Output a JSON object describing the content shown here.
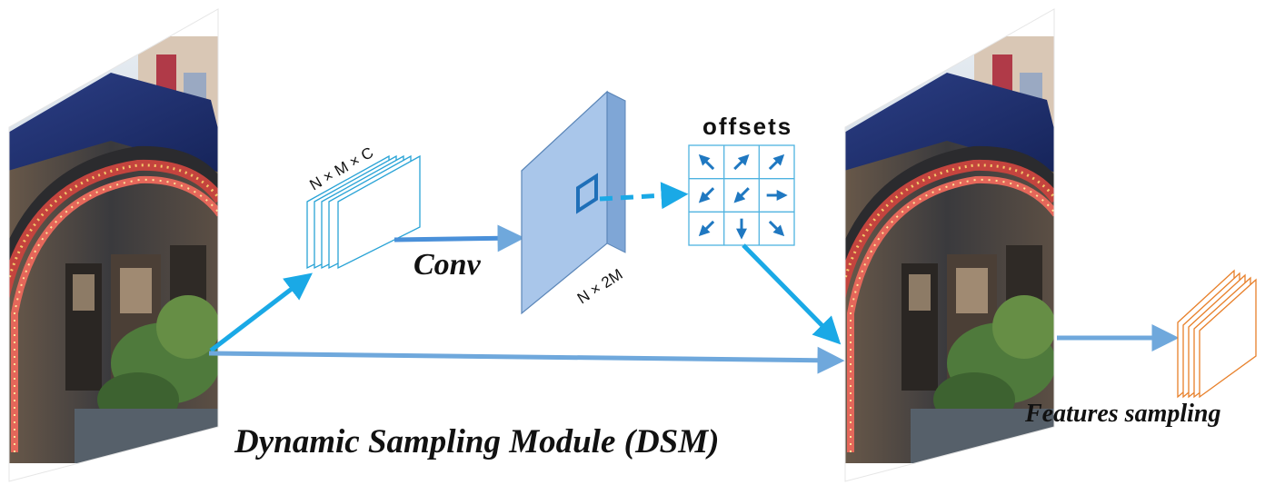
{
  "labels": {
    "dims_input": "N × M × C",
    "conv": "Conv",
    "dims_offset_map": "N × 2M",
    "offsets": "offsets",
    "title": "Dynamic Sampling Module (DSM)",
    "features_sampling": "Features sampling"
  },
  "colors": {
    "arrow_cyan": "#1aa9e6",
    "arrow_steel": "#6fa8dc",
    "offset_map_face": "#a9c6ea",
    "offset_map_side": "#7fa6d6",
    "grid_arrow": "#1f78c1",
    "feature_stack_blue": "#29a3d6",
    "feature_stack_orange": "#e8802a"
  },
  "offset_grid": {
    "rows": 3,
    "cols": 3,
    "arrow_directions": [
      [
        "up-left",
        "up-right",
        "up-right"
      ],
      [
        "down-left",
        "down-left",
        "right"
      ],
      [
        "down-left",
        "down",
        "down-right"
      ]
    ]
  }
}
